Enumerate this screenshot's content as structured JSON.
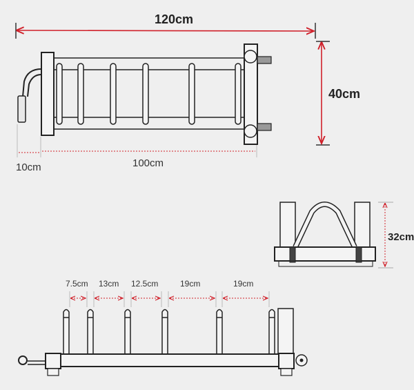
{
  "top_view": {
    "overall_length": "120cm",
    "width": "40cm",
    "handle_offset": "10cm",
    "frame_length": "100cm"
  },
  "side_view": {
    "height": "32cm"
  },
  "front_view": {
    "spacings": [
      "7.5cm",
      "13cm",
      "12.5cm",
      "19cm",
      "19cm"
    ]
  },
  "colors": {
    "dimension_line": "#d0202a",
    "outline": "#222222",
    "background": "#efefef"
  }
}
